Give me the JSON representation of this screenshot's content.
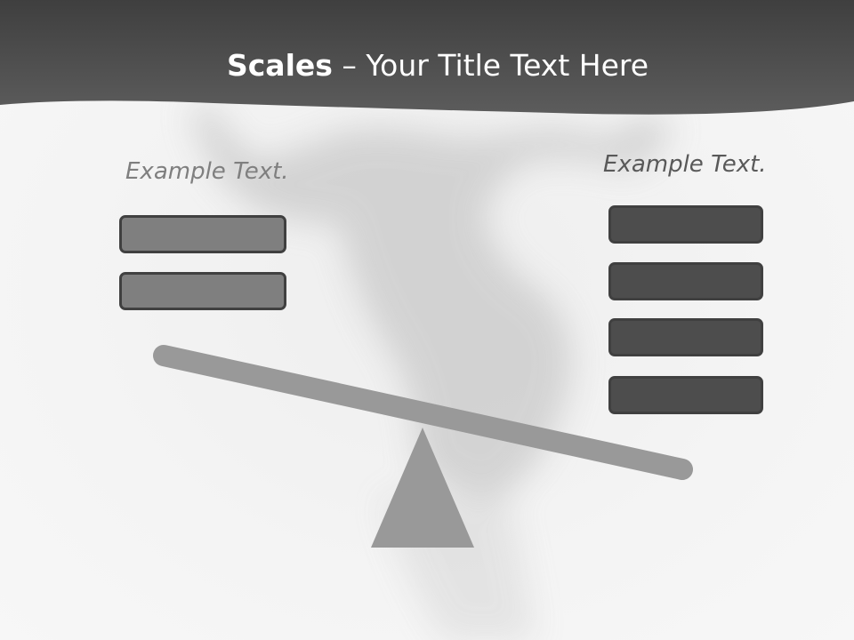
{
  "title": {
    "bold": "Scales",
    "rest": " – Your Title Text Here"
  },
  "left": {
    "label": "Example Text.",
    "boxes": 2
  },
  "right": {
    "label": "Example Text.",
    "boxes": 4
  },
  "colors": {
    "header": "#505050",
    "left_box": "#7f7f7f",
    "right_box": "#4d4d4d",
    "box_border": "#404040",
    "beam": "#999999",
    "fulcrum": "#999999"
  }
}
